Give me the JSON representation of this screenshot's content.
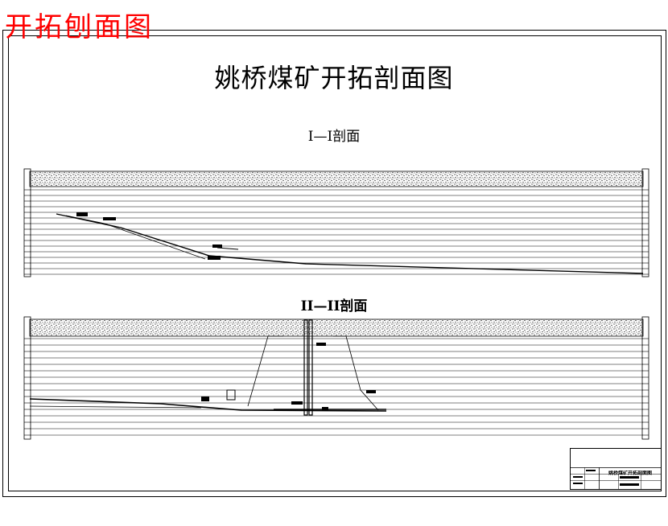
{
  "overlay_title": "开拓刨面图",
  "drawing": {
    "title": "姚桥煤矿开拓剖面图",
    "sections": [
      {
        "title": "I—I剖面"
      },
      {
        "title": "II—II剖面"
      }
    ]
  },
  "colors": {
    "overlay_title": "#ff0000",
    "lines": "#000000",
    "background": "#ffffff"
  }
}
